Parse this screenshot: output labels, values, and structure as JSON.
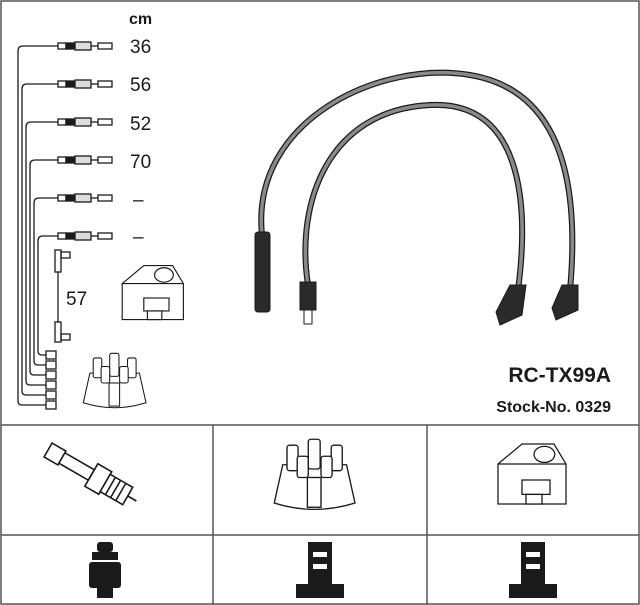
{
  "unit_label": "cm",
  "lead_lengths": [
    "36",
    "56",
    "52",
    "70",
    "–",
    "–"
  ],
  "coil_lead_length": "57",
  "part_number": "RC-TX99A",
  "stock_number": "Stock-No. 0329",
  "components": [
    "spark-plug",
    "distributor-cap",
    "ignition-coil"
  ],
  "colors": {
    "line": "#1a1a1a",
    "cable": "#8a8a8a",
    "border": "#555555"
  }
}
